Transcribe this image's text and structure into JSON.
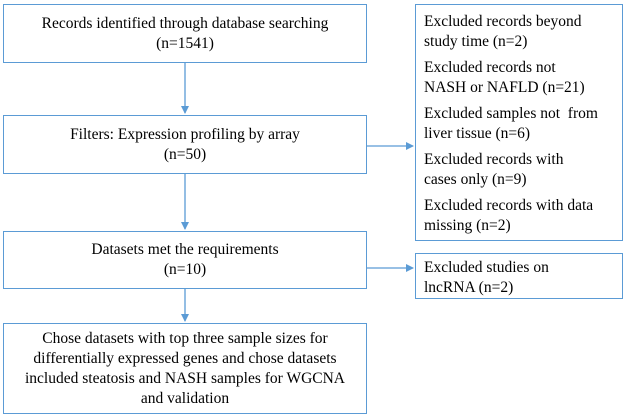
{
  "flowchart": {
    "records_box": {
      "line1": "Records identified through database searching",
      "line2": "(n=1541)"
    },
    "filters_box": {
      "line1": "Filters: Expression profiling by array",
      "line2": "(n=50)"
    },
    "datasets_box": {
      "line1": "Datasets met the requirements",
      "line2": "(n=10)"
    },
    "chose_box": {
      "lines": [
        "Chose datasets with top three sample sizes for",
        "differentially expressed genes and chose datasets",
        "included steatosis and NASH samples for WGCNA",
        "and validation"
      ]
    },
    "excluded_box": {
      "items": [
        [
          "Excluded records beyond",
          "study time (n=2)"
        ],
        [
          "Excluded records not",
          "NASH or NAFLD (n=21)"
        ],
        [
          "Excluded samples not  from",
          "liver tissue (n=6)"
        ],
        [
          "Excluded records with",
          "cases only (n=9)"
        ],
        [
          "Excluded records with data",
          "missing (n=2)"
        ]
      ]
    },
    "lncrna_box": {
      "lines": [
        "Excluded studies on",
        "lncRNA (n=2)"
      ]
    }
  },
  "colors": {
    "box_border": "#5b9bd5",
    "arrow": "#5b9bd5",
    "text": "#000000",
    "background": "#ffffff"
  }
}
